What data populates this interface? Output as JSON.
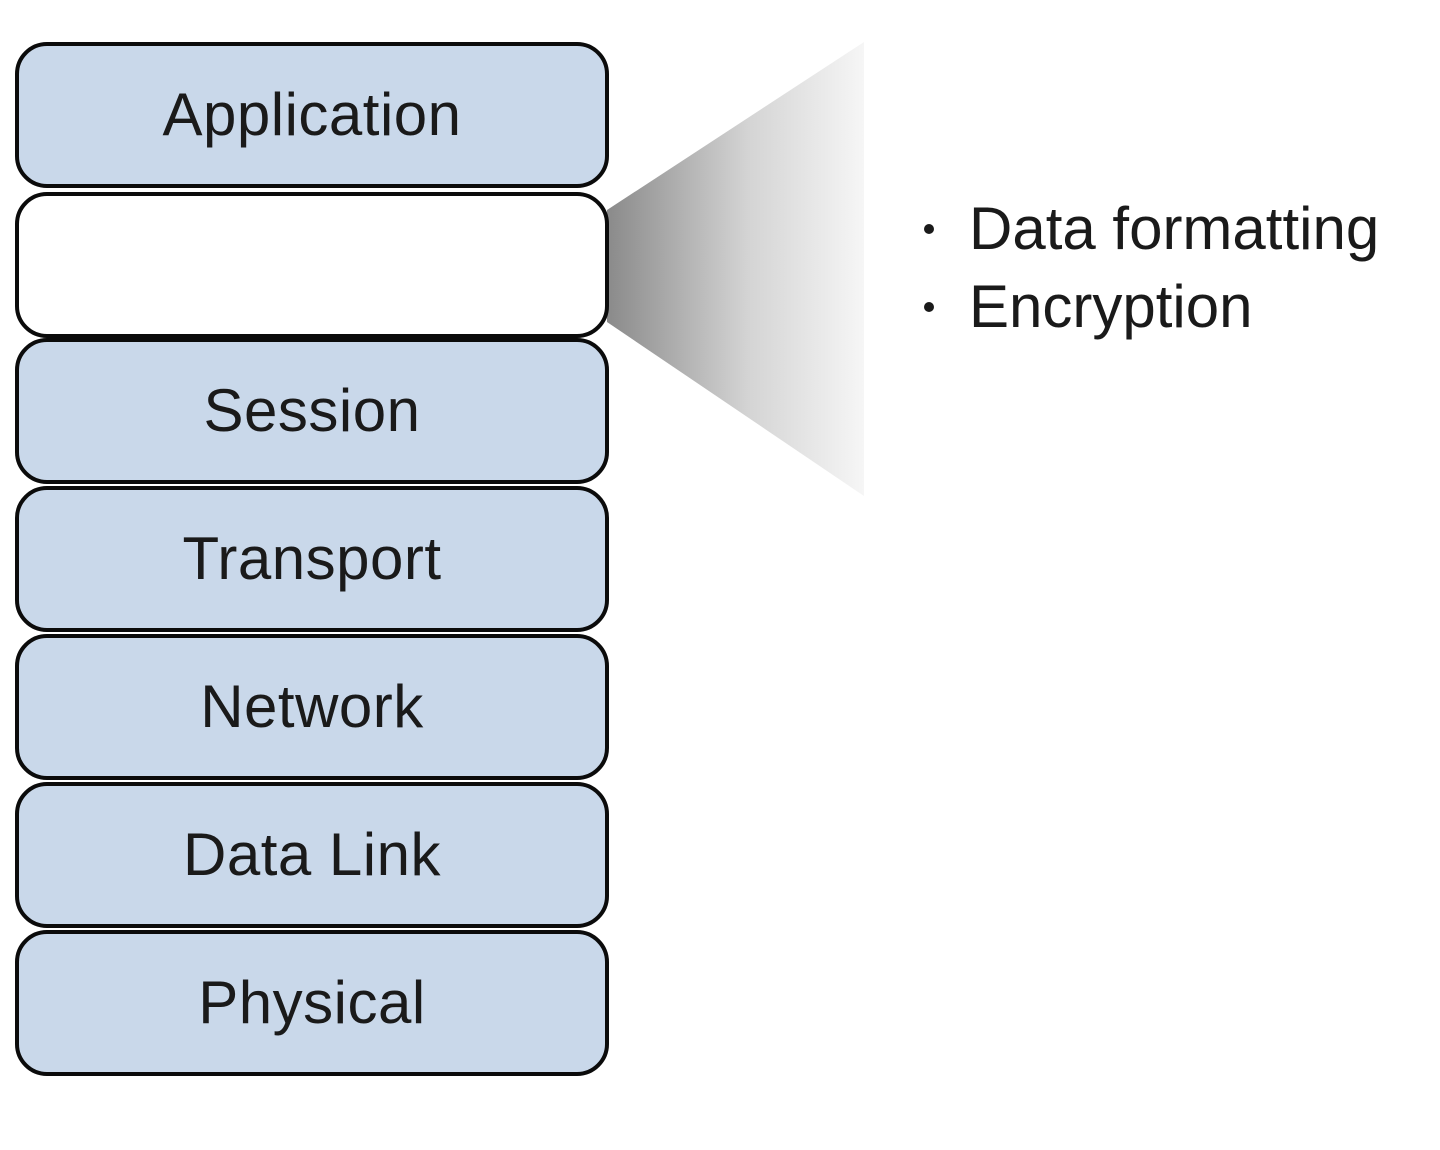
{
  "layers": [
    {
      "label": "Application"
    },
    {
      "label": ""
    },
    {
      "label": "Session"
    },
    {
      "label": "Transport"
    },
    {
      "label": "Network"
    },
    {
      "label": "Data Link"
    },
    {
      "label": "Physical"
    }
  ],
  "highlighted_layer_index": 1,
  "callout": {
    "items": [
      "Data formatting",
      "Encryption"
    ]
  },
  "colors": {
    "layer_fill": "#c9d8ea",
    "highlight_fill": "#ffffff",
    "border": "#0b0b0b",
    "callout_gradient_dark": "#8c8c8c",
    "callout_gradient_light": "#f4f4f4"
  }
}
